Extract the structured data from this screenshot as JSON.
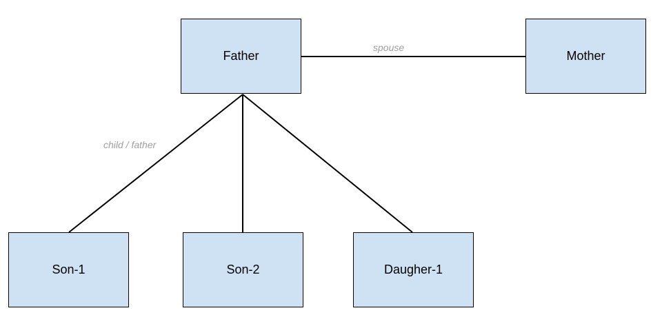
{
  "colors": {
    "node_fill": "#cfe2f3",
    "node_border": "#000000",
    "edge": "#000000",
    "edge_label": "#9e9e9e"
  },
  "nodes": {
    "father": "Father",
    "mother": "Mother",
    "son1": "Son-1",
    "son2": "Son-2",
    "daughter1": "Daugher-1"
  },
  "edges": [
    {
      "from": "father",
      "to": "mother",
      "label": "spouse"
    },
    {
      "from": "father",
      "to": "son1",
      "label": "child / father"
    },
    {
      "from": "father",
      "to": "son2",
      "label": ""
    },
    {
      "from": "father",
      "to": "daughter1",
      "label": ""
    }
  ]
}
